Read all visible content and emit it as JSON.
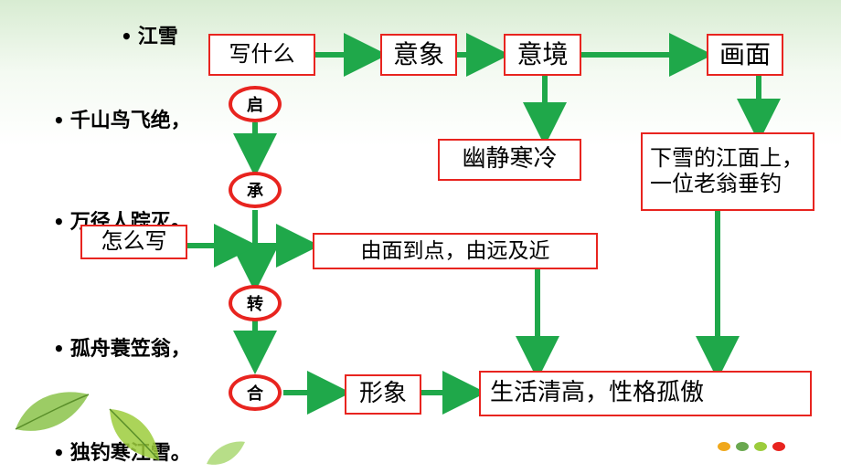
{
  "poem": {
    "title": "江雪",
    "lines": [
      "千山鸟飞绝，",
      "万径人踪灭。",
      "孤舟蓑笠翁，",
      "独钓寒江雪。"
    ]
  },
  "flow": {
    "what_to_write": "写什么",
    "imagery": "意象",
    "mood": "意境",
    "scene": "画面",
    "quiet_cold": "幽静寒冷",
    "scene_desc_1": "下雪的江面上，",
    "scene_desc_2": "一位老翁垂钓",
    "how_to_write": "怎么写",
    "surface_to_point": "由面到点，由远及近",
    "image": "形象",
    "character": "生活清高，性格孤傲"
  },
  "structure": {
    "qi": "启",
    "cheng": "承",
    "zhuan": "转",
    "he": "合"
  },
  "colors": {
    "arrow_green": "#1fa84a",
    "box_border_red": "#e8241f",
    "dot_colors": [
      "#f0a81c",
      "#6aa84f",
      "#9ccc3c",
      "#e8241f"
    ]
  }
}
